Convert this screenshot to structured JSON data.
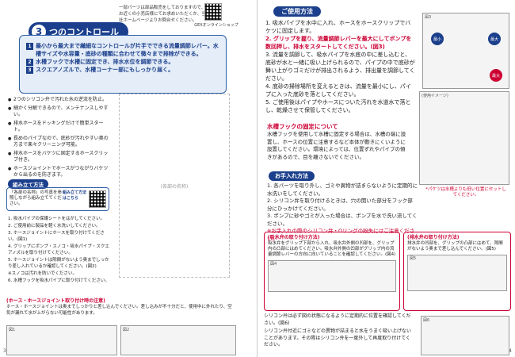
{
  "left": {
    "top_note": "一部パーツは部品販売をしておりますので、お近くの小売店様にてお求めいただくか、当社ホームページよりお問合せください。",
    "qr_caption": "GEXオンラインショップ",
    "title_num": "3",
    "title_label": "つのコントロール",
    "controls": [
      {
        "n": "1",
        "text": "最小から最大まで繊細なコントロールが片手でできる流量調節レバー。水槽サイズや水容量・底砂の種類に合わせて微々まで排除ができる。"
      },
      {
        "n": "2",
        "text": "水槽フックで水槽に固定でき、排水水位を調節できる。"
      },
      {
        "n": "3",
        "text": "スクエアノズルで、水槽コーナー部にもしっかり届く。"
      }
    ],
    "bullets": [
      "2つのシリコン弁で汚れた水の逆流を防止。",
      "細かく分解できるので、メンテナンスしやすい。",
      "排水ホースをドッキングだけで簡単スタート。",
      "長めのパイプなので、底砂が汚れやすい奥の方まで楽々クリーニング可能。",
      "排水ホースをバケツに固定するホースクリップ付き。",
      "ホースジョイントでホースがつながりバケツから出るのを防ぎます。"
    ],
    "product_caption": "(各部の名称)",
    "assembly_head": "組み立て方法",
    "assembly_text": "「各部の名称」の写真を参照しながら組み立ててください。",
    "assembly_qr_label": "組み立て方法はこちら",
    "steps": [
      "1. 吸水パイプの保護シートをはがしてください。",
      "2. ご使用前に製品を軽く水洗いしてください。",
      "3. ホースジョイントにホースを取り付けてください。(図1)",
      "4. グリップにポンプ・スノコ・吸水パイプ・スクエアノズルを取り付けてください。",
      "5. ホースジョイントは隙間がないよう奥までしっかり差し入れているか確認してください。(図2)",
      "※スノコは汚れを防いでください。",
      "6. 水槽フックを吸水パイプに取り付けてください。"
    ],
    "hose_head": "(ホース・ホースジョイント取り付け時の注意)",
    "hose_text": "ホース・ホースジョイントは奥までしっかりと差し込んでください。差し込みが不十分だと、使用中に外れたり、空気が漏れて水が上がらない可能性があります。",
    "fig1": "図1",
    "fig2": "図2",
    "page_no": "3"
  },
  "right": {
    "usage_head": "ご使用方法",
    "usage": [
      "1. 吸水パイプを水中に入れ、ホースをホースクリップでバケツに固定します。",
      "2. グリップを握り、流量調節レバーを最大にしてポンプを数回押し、排水をスタートしてください。(図3)",
      "3. 流量を調節して、吸水パイプを水底の中に差し込むと、底砂が水と一緒に吸い上げられるので、パイプの中で底砂が舞い上がりゴミだけが排出されるよう、排出量を調節してください。",
      "4. 底砂の掃除場所を変えるときは、流量を最小にし、パイプに入った底砂を落としてください。",
      "5. ご使用後はパイプやホースについた汚れを水道水で落とし、乾燥させて保管してください。"
    ],
    "fig3": "図3",
    "fig3_labels": [
      "最小",
      "最大",
      "最大"
    ],
    "usage_image": "(使用イメージ)",
    "hook_title": "水槽フックの固定について",
    "hook_text": "水槽フックを使用して水槽に固定する場合は、水槽の端に設置し、ホースの位置に注意するなど本体が動きにくいように設置してください。環境によっては、位置ずれやパイプの傾きがあるので、目を離さないでください。",
    "aq_note": "*パケツは水槽よりも低い位置にセットしてください。",
    "care_head": "お手入れ方法",
    "care": [
      "1. 各パーツを取り外し、ゴミや異物が詰まらないように定期的に水洗いをしてください。",
      "2. シリコン弁を取り付けるときは、穴の開いた部分をフック部分にひっかけてください。",
      "3. ポンプに砂やゴミが入った場合は、ポンプを水で洗い流してください。"
    ],
    "care_warn": "※お手入れの際のシリコン弁・Oリングの紛失にはご注意ください。",
    "box_a_head": "(吸水弁の取り付け方法)",
    "box_a_text": "吸水弁をグリップ下部から入れ、吸水弁外側の凹部を、グリップ内の凸部にはめてください。吸水弁外側の凹部がグリップ内の流量調節レバーの方向に向いていることを確認してください。(図4)",
    "box_a_fig": "図4",
    "box_b_head": "(排水弁の取り付け方法)",
    "box_b_text": "排水弁の凹部を、グリップの凸部にはめて、隙間がないよう奥まで差し込んでください。(図5)",
    "box_b_fig": "図5",
    "valve_items": [
      "シリコン弁は必ず図の状態になるように定期的に位置を確認してください。(図6)",
      "シリコン弁付近にゴミなどの異物が詰まると水をうまく吸い上げないことがあります。その際はシリコン弁を一度外して再度取り付けてください。"
    ],
    "fig6": "図6",
    "page_no": "4"
  }
}
